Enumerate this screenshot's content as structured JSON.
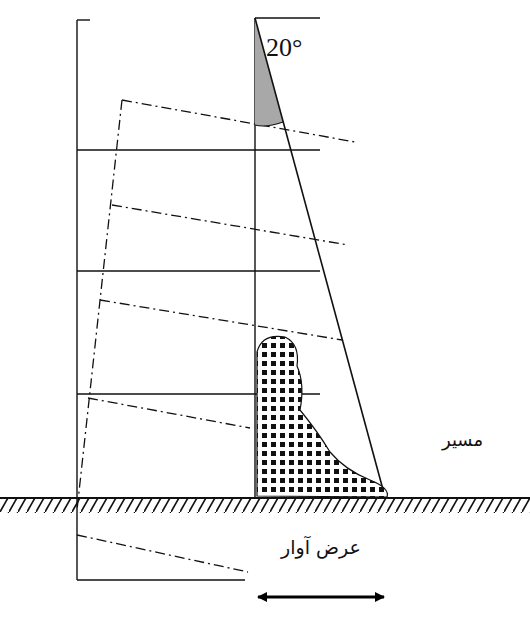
{
  "diagram": {
    "labels": [
      "20°",
      "مسیر",
      "عرض آوار"
    ]
  }
}
